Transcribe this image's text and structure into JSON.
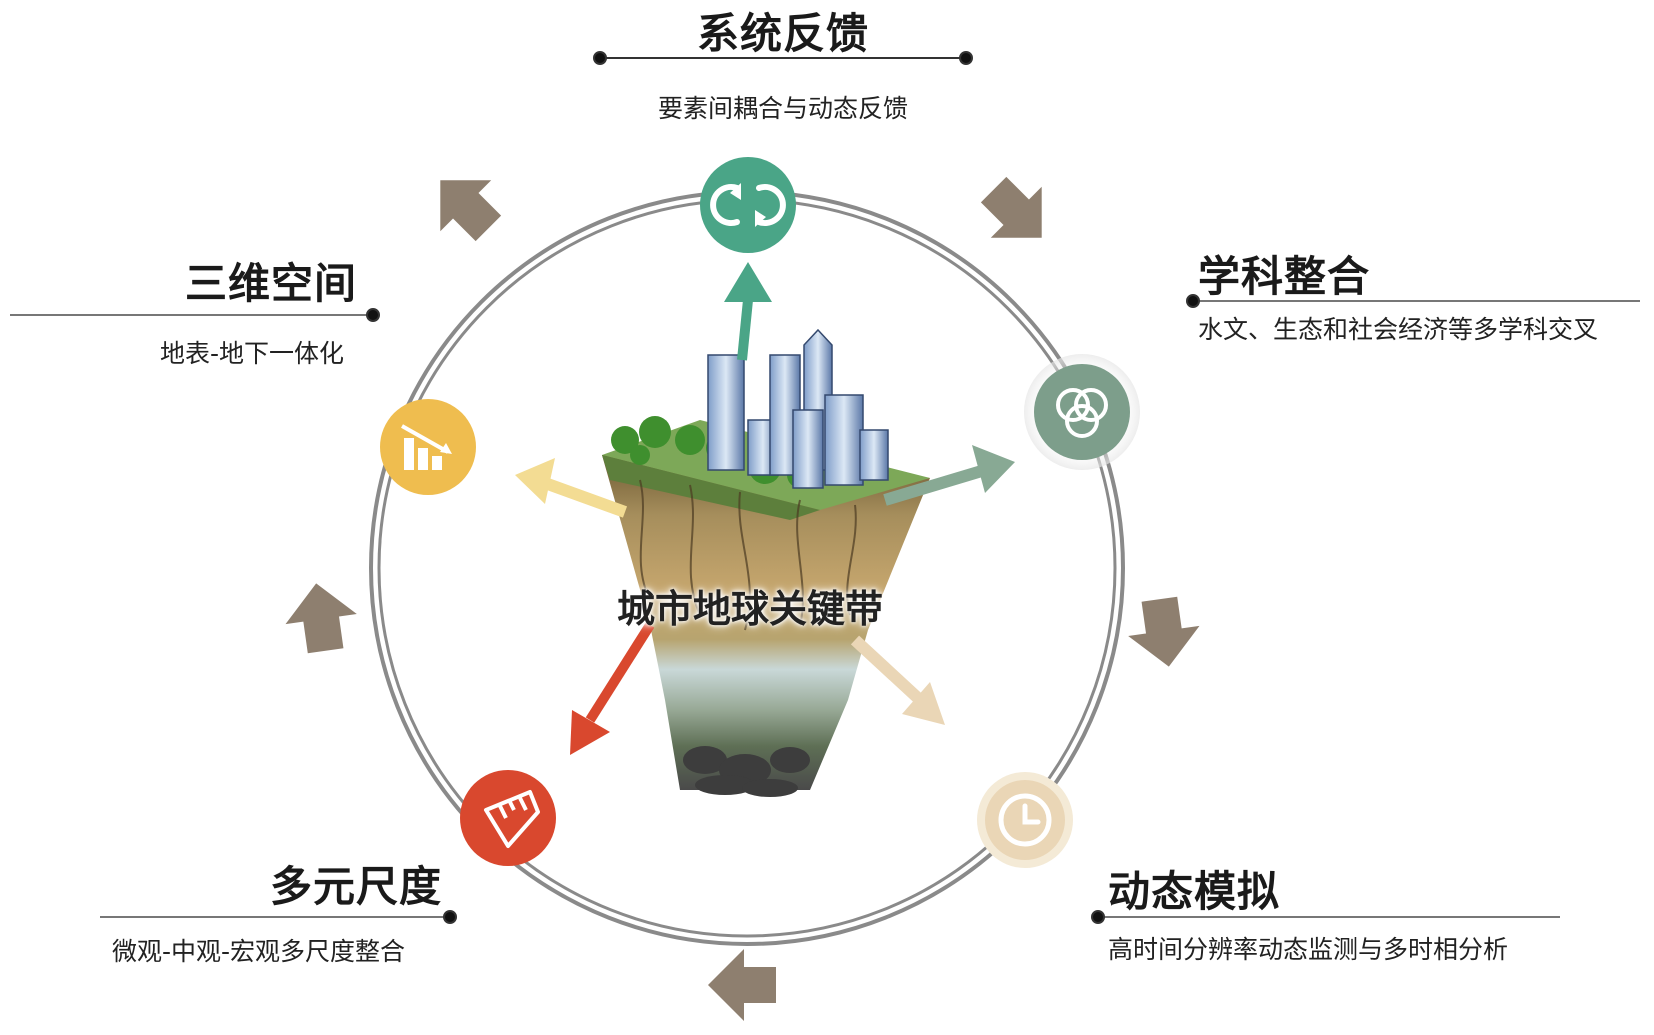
{
  "center": {
    "title": "城市地球关键带"
  },
  "nodes": [
    {
      "id": "feedback",
      "title": "系统反馈",
      "subtitle": "要素间耦合与动态反馈",
      "icon": "refresh-icon",
      "color": "#4aa587"
    },
    {
      "id": "integration",
      "title": "学科整合",
      "subtitle": "水文、生态和社会经济等多学科交叉",
      "icon": "venn-circles-icon",
      "color": "#7d9e8b"
    },
    {
      "id": "simulation",
      "title": "动态模拟",
      "subtitle": "高时间分辨率动态监测与多时相分析",
      "icon": "clock-icon",
      "color": "#ead6b6"
    },
    {
      "id": "multiscale",
      "title": "多元尺度",
      "subtitle": "微观-中观-宏观多尺度整合",
      "icon": "ruler-icon",
      "color": "#d9482e"
    },
    {
      "id": "space3d",
      "title": "三维空间",
      "subtitle": "地表-地下一体化",
      "icon": "bar-chart-icon",
      "color": "#efbd4f"
    }
  ],
  "colors": {
    "ring": "#8a8a8a",
    "cycle_arrow": "#8e7f6f"
  }
}
